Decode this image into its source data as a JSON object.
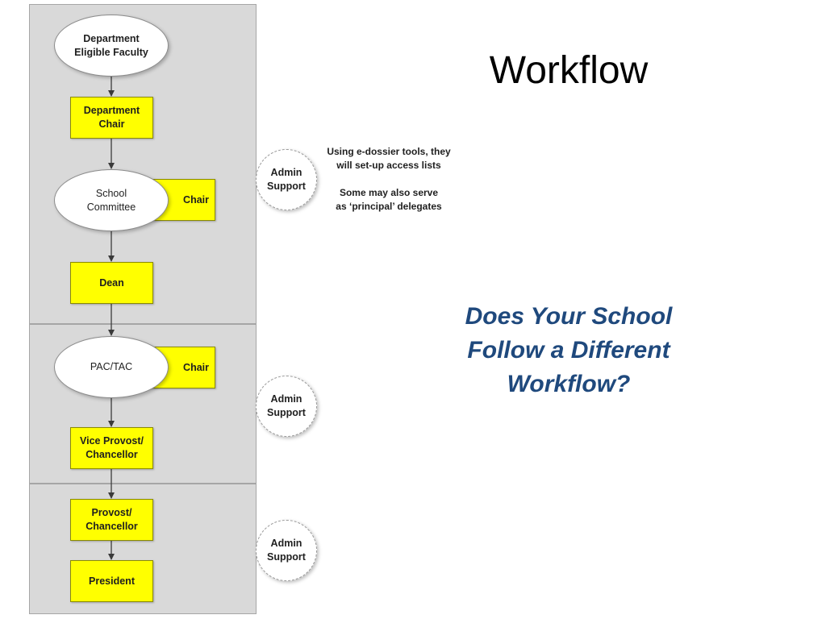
{
  "title": "Workflow",
  "question": "Does Your School\nFollow a Different\nWorkflow?",
  "nodes": {
    "department_eligible_faculty": "Department\nEligible Faculty",
    "department_chair": "Department\nChair",
    "school_committee": "School\nCommittee",
    "school_committee_chair": "Chair",
    "dean": "Dean",
    "pac_tac": "PAC/TAC",
    "pac_tac_chair": "Chair",
    "vice_provost": "Vice Provost/\nChancellor",
    "provost": "Provost/\nChancellor",
    "president": "President"
  },
  "admin_support": [
    "Admin\nSupport",
    "Admin\nSupport",
    "Admin\nSupport"
  ],
  "note": {
    "line1": "Using e-dossier tools, they\nwill set-up access lists",
    "line2": "Some may also serve\nas ‘principal’ delegates"
  },
  "colors": {
    "box_fill": "#ffff00",
    "lane_fill": "#d9d9d9",
    "question_text": "#1f497d"
  }
}
